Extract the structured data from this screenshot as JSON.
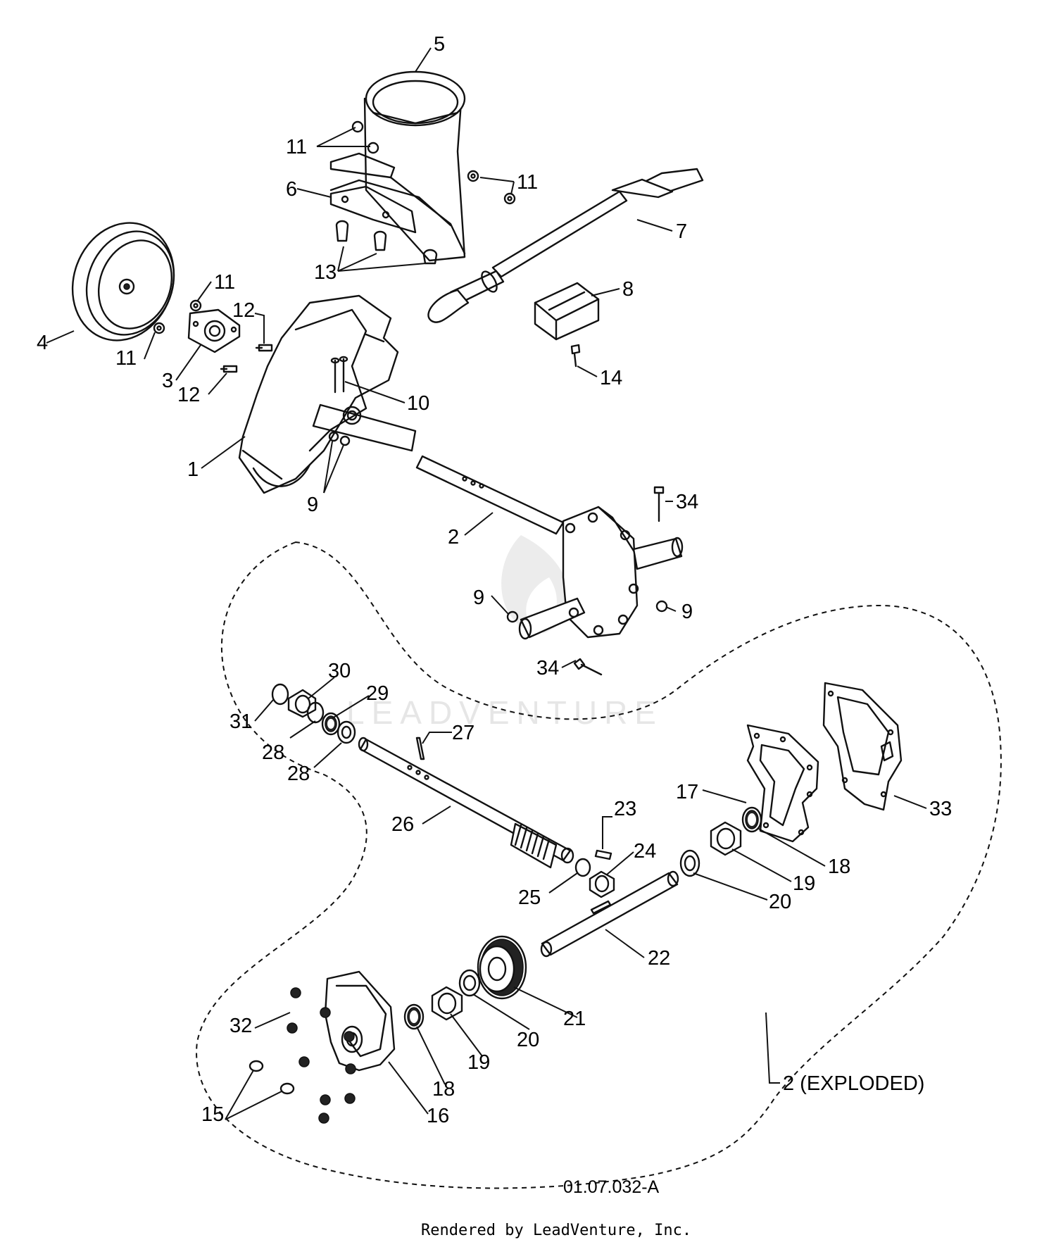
{
  "diagram_ref": "01.07.032-A",
  "credit": "Rendered by LeadVenture, Inc.",
  "watermark": "LEADVENTURE",
  "exploded_label": "2 (EXPLODED)",
  "callouts": {
    "c5": "5",
    "c11a": "11",
    "c11b": "11",
    "c11c": "11",
    "c11d": "11",
    "c6": "6",
    "c7": "7",
    "c13": "13",
    "c8": "8",
    "c4": "4",
    "c3": "3",
    "c12a": "12",
    "c12b": "12",
    "c14": "14",
    "c10": "10",
    "c1": "1",
    "c9a": "9",
    "c9b": "9",
    "c9c": "9",
    "c34a": "34",
    "c34b": "34",
    "c2": "2",
    "c30": "30",
    "c29": "29",
    "c31": "31",
    "c28a": "28",
    "c28b": "28",
    "c27": "27",
    "c26": "26",
    "c23": "23",
    "c24": "24",
    "c25": "25",
    "c17": "17",
    "c33": "33",
    "c18a": "18",
    "c19a": "19",
    "c20a": "20",
    "c22": "22",
    "c21": "21",
    "c20b": "20",
    "c19b": "19",
    "c18b": "18",
    "c32": "32",
    "c15": "15",
    "c16": "16"
  }
}
